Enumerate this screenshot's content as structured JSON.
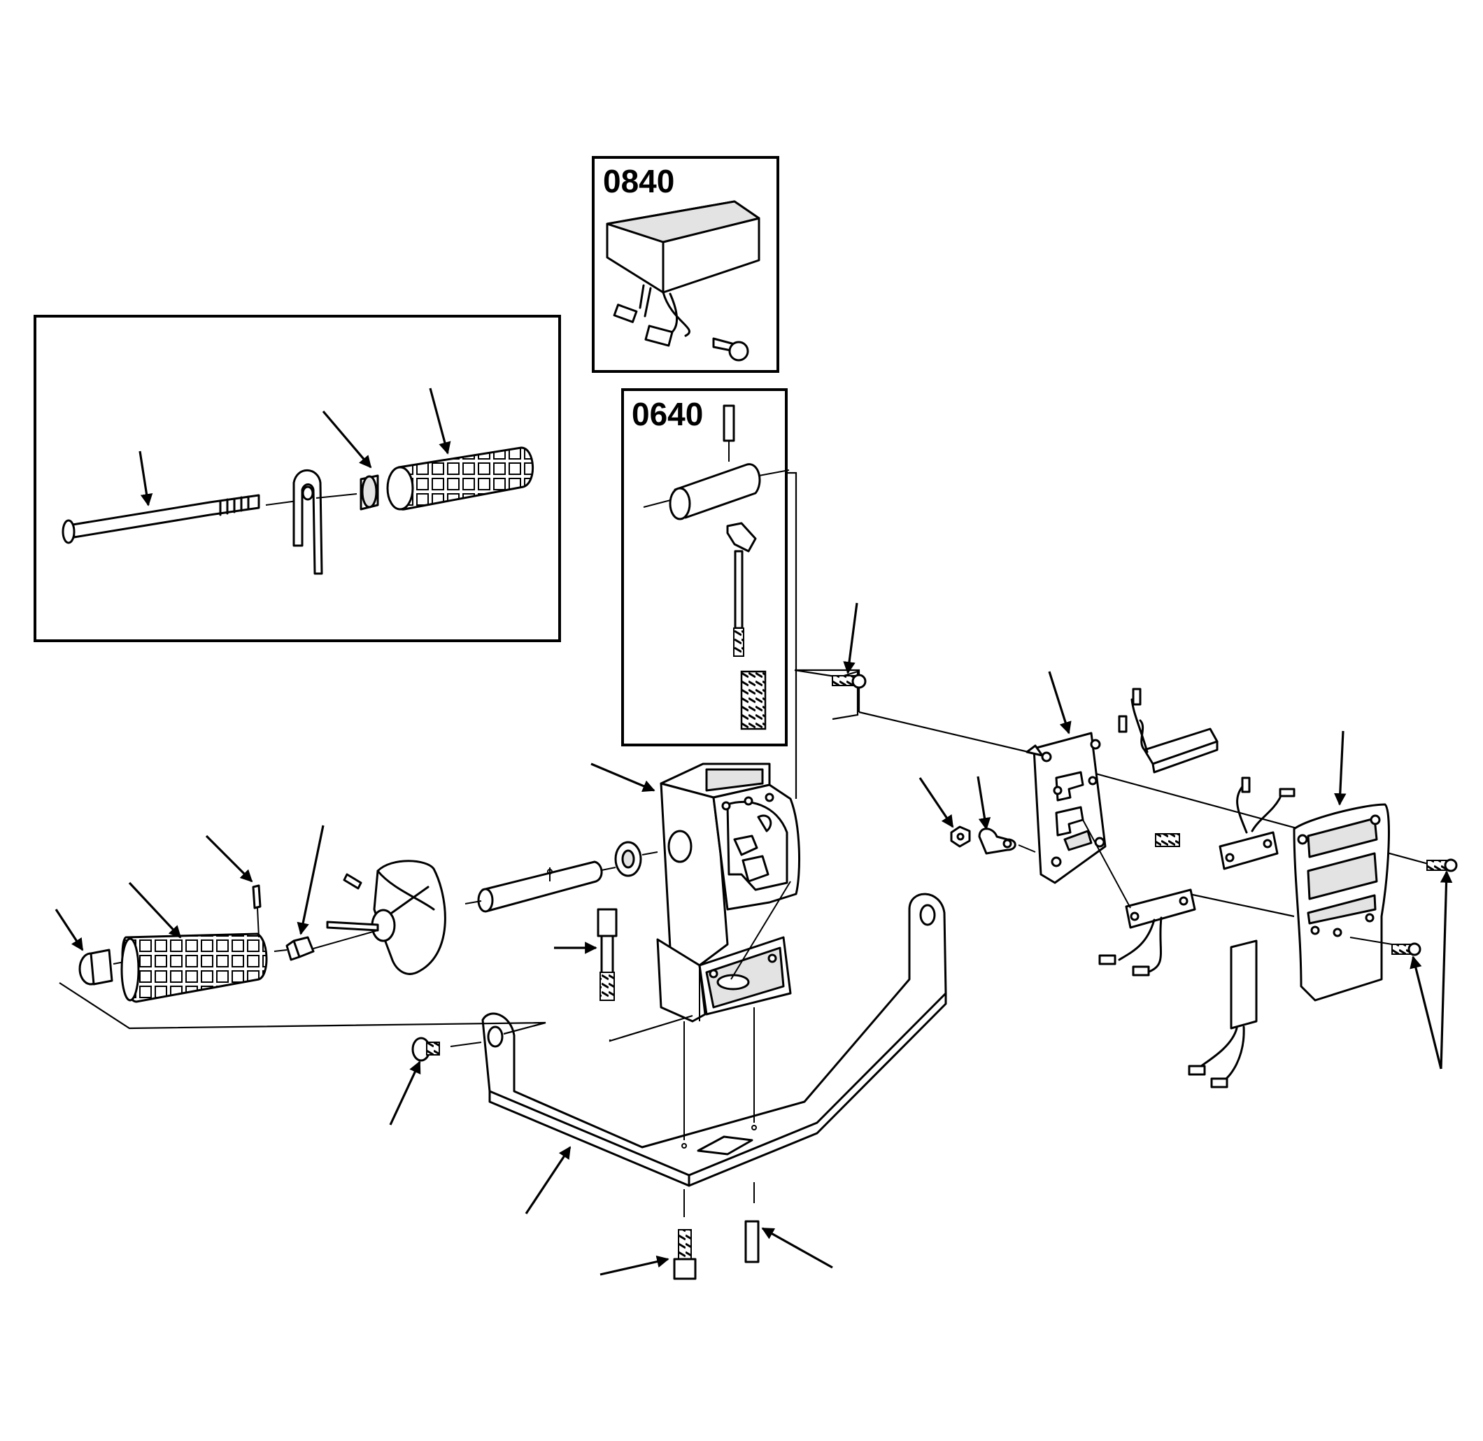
{
  "insets": [
    {
      "id": "battery-inset",
      "label": "0840"
    },
    {
      "id": "plunger-inset",
      "label": "0640"
    }
  ],
  "icons": {
    "callout": "arrow-callout-icon"
  },
  "colors": {
    "line": "#000000",
    "background": "#ffffff",
    "part_fill": "#ffffff",
    "shade_fill": "#e3e3e3"
  }
}
